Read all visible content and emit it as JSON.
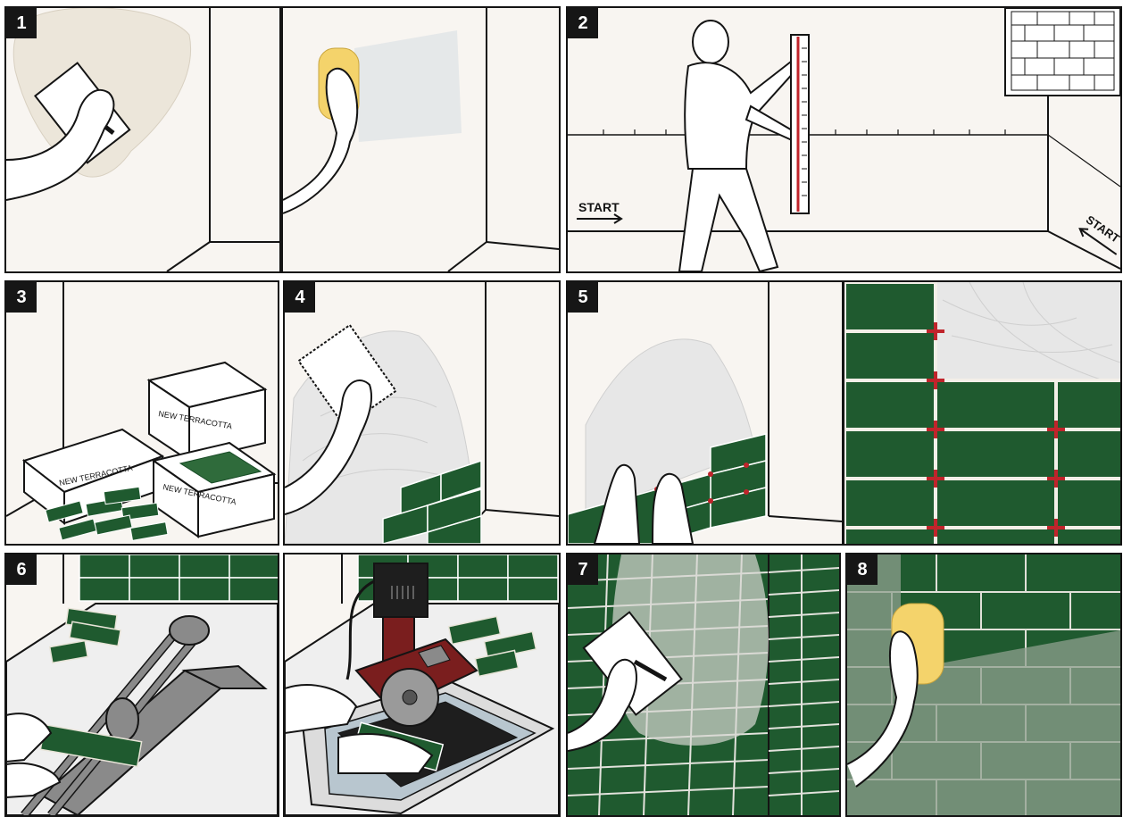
{
  "steps": [
    {
      "number": "1"
    },
    {
      "number": "2"
    },
    {
      "number": "3"
    },
    {
      "number": "4"
    },
    {
      "number": "5"
    },
    {
      "number": "6"
    },
    {
      "number": "7"
    },
    {
      "number": "8"
    }
  ],
  "labels": {
    "start_left": "START",
    "start_right": "START",
    "box_brand": "NEW TERRACOTTA"
  },
  "colors": {
    "tile_green": "#1f5a2f",
    "tile_green_dark": "#174a25",
    "spacer_red": "#c0242b",
    "sponge_yellow": "#f4d36b",
    "wall": "#f8f5f1",
    "outline": "#141414"
  }
}
